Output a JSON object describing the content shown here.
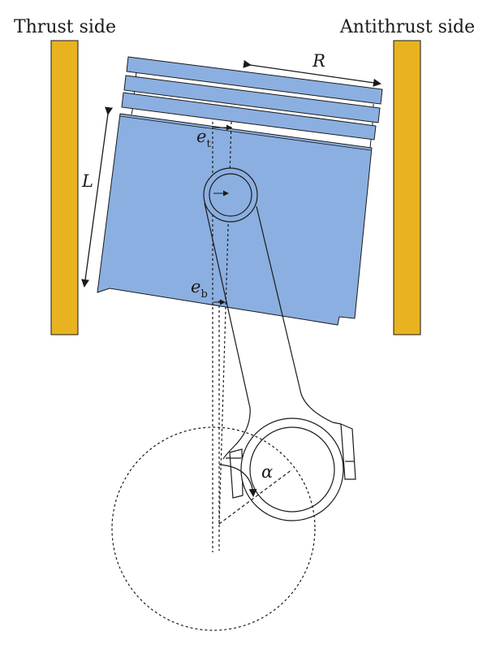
{
  "labels": {
    "thrust_side": "Thrust side",
    "antithrust_side": "Antithrust side",
    "R": "R",
    "L": "L",
    "e_t_main": "e",
    "e_t_sub": "t",
    "e_b_main": "e",
    "e_b_sub": "b",
    "alpha": "α"
  },
  "icons": {
    "cylinder_wall": "yellow-rectangle",
    "piston": "blue-tilted-block",
    "crank_circle": "dotted-circle"
  },
  "colors": {
    "cylinder_wall": "#E8B31E",
    "piston": "#8BAFE0",
    "line": "#1a1a1a",
    "background": "#ffffff"
  }
}
